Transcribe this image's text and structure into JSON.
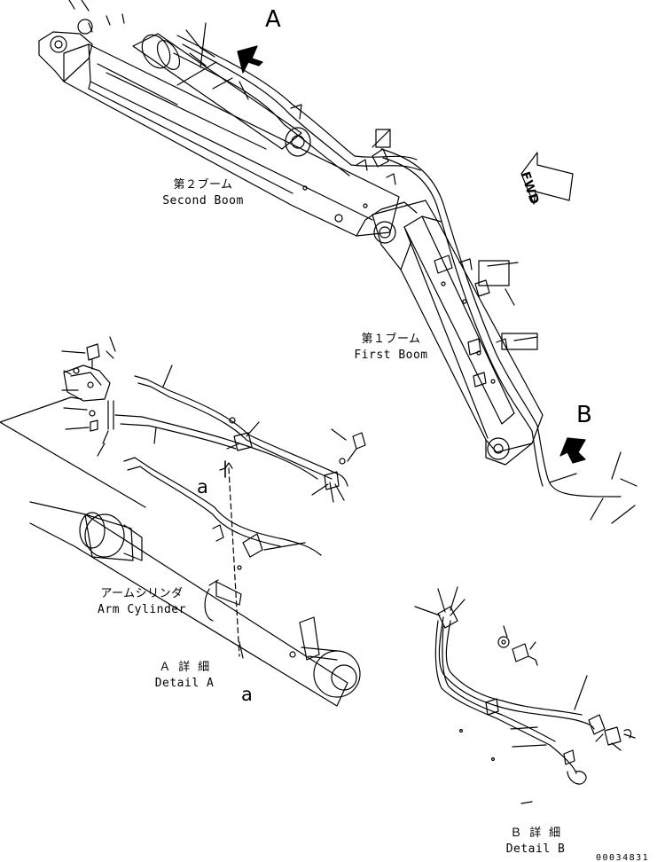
{
  "view_labels": {
    "view_a": "A",
    "view_b": "B",
    "section_a": "a",
    "section_a_lower": "a"
  },
  "fwd_indicator": "FWD",
  "parts": {
    "second_boom": {
      "jp": "第２ブーム",
      "en": "Second Boom"
    },
    "first_boom": {
      "jp": "第１ブーム",
      "en": "First Boom"
    },
    "arm_cylinder": {
      "jp": "アームシリンダ",
      "en": "Arm Cylinder"
    }
  },
  "details": {
    "detail_a": {
      "jp": "Ａ 詳 細",
      "en": "Detail A"
    },
    "detail_b": {
      "jp": "Ｂ 詳 細",
      "en": "Detail B"
    }
  },
  "document_number": "00034831"
}
